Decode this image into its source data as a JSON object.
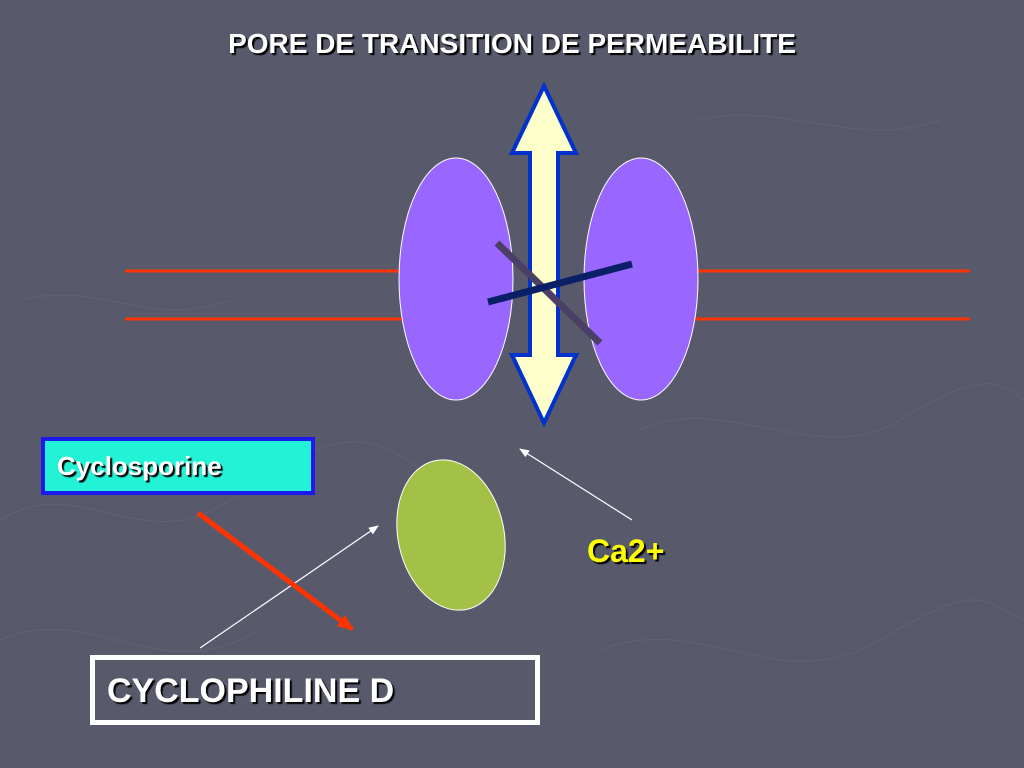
{
  "title": "PORE DE TRANSITION DE PERMEABILITE",
  "labels": {
    "cyclosporine": "Cyclosporine",
    "cyclophiline": "CYCLOPHILINE D",
    "calcium": "Ca2+"
  },
  "colors": {
    "background": "#585a6c",
    "membrane": "#ff3300",
    "pore_protein": "#9966ff",
    "cyclophilin": "#a3c147",
    "arrow_fill": "#ffffcc",
    "arrow_outline": "#0033cc",
    "cyclosporine_box": "#22f2d6",
    "cyclosporine_border": "#1a1aee",
    "ca_text": "#ffff00",
    "inhibition_arrow": "#ff3300"
  }
}
